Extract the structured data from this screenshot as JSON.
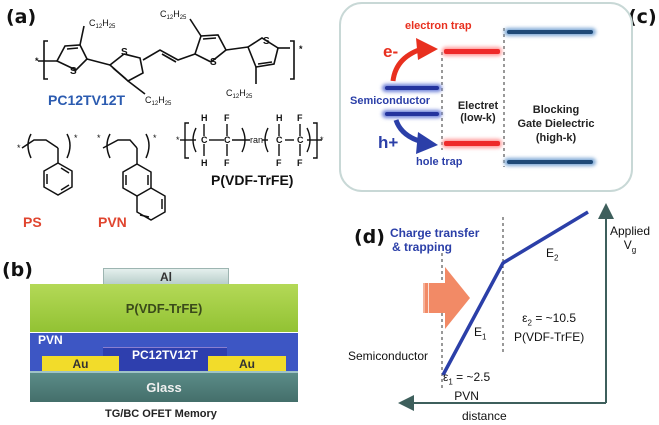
{
  "panel_a": {
    "label": "(a)",
    "polymer_main": {
      "name": "PC12TV12T",
      "name_color": "#2b5bb0",
      "side_chain": "C12H25",
      "side_chain_main": "C",
      "side_chain_sub1": "12",
      "side_chain_mid": "H",
      "side_chain_sub2": "25",
      "atom_s": "S",
      "end_mark": "*"
    },
    "ps": {
      "name": "PS",
      "color": "#e0452f"
    },
    "pvn": {
      "name": "PVN",
      "color": "#e0452f"
    },
    "pvdf": {
      "name": "P(VDF-TrFE)",
      "ran": "ran",
      "atom_c": "C",
      "atom_h": "H",
      "atom_f": "F"
    }
  },
  "panel_b": {
    "label": "(b)",
    "caption": "TG/BC OFET Memory",
    "layers": {
      "al": "Al",
      "pvdf": "P(VDF-TrFE)",
      "pvn": "PVN",
      "semiconductor": "PC12TV12T",
      "au_left": "Au",
      "au_right": "Au",
      "glass": "Glass"
    },
    "colors": {
      "al": "#c9dcd8",
      "pvdf": "#9bcb3c",
      "pvn": "#3d56c4",
      "semiconductor": "#2e3fae",
      "au": "#f2dc2a",
      "glass": "#4f7f7b"
    }
  },
  "panel_c": {
    "label": "(c)",
    "electron_trap": "electron trap",
    "hole_trap": "hole trap",
    "e_label": "e-",
    "h_label": "h+",
    "semiconductor": "Semiconductor",
    "electret_line1": "Electret",
    "electret_line2": "(low-k)",
    "blocking_line1": "Blocking",
    "blocking_line2": "Gate Dielectric",
    "blocking_line3": "(high-k)",
    "colors": {
      "red": "#e8301f",
      "blue": "#2b3fa8",
      "dark_blue": "#1f4a78",
      "frame": "#c8d8d6"
    }
  },
  "panel_d": {
    "label": "(d)",
    "charge_line1": "Charge transfer",
    "charge_line2": "& trapping",
    "applied": "Applied",
    "vg_main": "V",
    "vg_sub": "g",
    "e2_main": "E",
    "e2_sub": "2",
    "e1_main": "E",
    "e1_sub": "1",
    "eps2_main": "ε",
    "eps2_sub": "2",
    "eps2_value": " = ~10.5",
    "eps2_material": "P(VDF-TrFE)",
    "eps1_main": "ε",
    "eps1_sub": "1",
    "eps1_value": " = ~2.5",
    "eps1_material": "PVN",
    "semiconductor": "Semiconductor",
    "distance": "distance",
    "colors": {
      "line": "#2b3fa8",
      "arrow": "#f28a66",
      "axis": "#3e5f5c"
    }
  }
}
